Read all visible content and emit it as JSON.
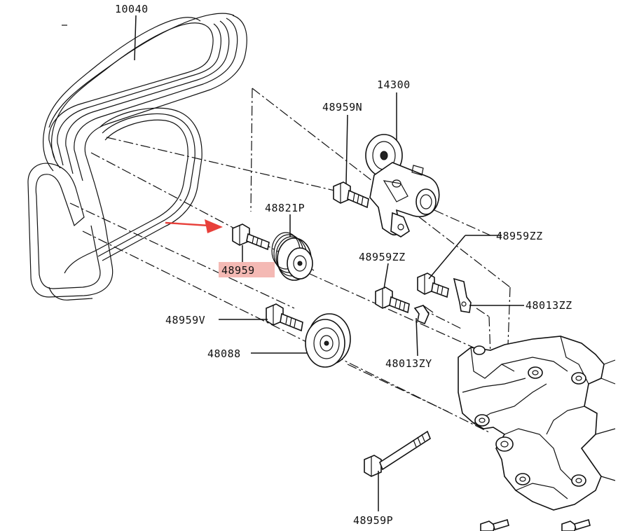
{
  "labels": {
    "belt": "10040",
    "tensioner": "14300",
    "tensioner_bolt": "48959N",
    "idler_pulley_a": "48821P",
    "highlighted_bolt": "48959",
    "bolt_zz_upper": "48959ZZ",
    "bolt_zz_lower": "48959ZZ",
    "bracket_zz": "48013ZZ",
    "bolt_v": "48959V",
    "idler_pulley_b": "48088",
    "clip_zy": "48013ZY",
    "long_bolt": "48959P"
  },
  "colors": {
    "line": "#111111",
    "highlight": "#f4b9b4",
    "arrow": "#e8403a",
    "background": "#ffffff"
  }
}
